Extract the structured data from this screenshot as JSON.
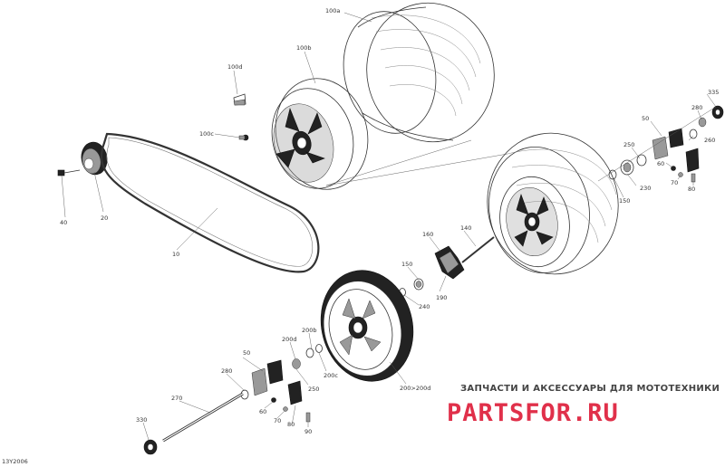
{
  "callouts": {
    "c100a": "100a",
    "c100b": "100b",
    "c100c": "100c",
    "c100d": "100d",
    "c335_r": "335",
    "c50_r": "50",
    "c280_r": "280",
    "c260_r": "260",
    "c250_r": "250",
    "c60_r": "60",
    "c70_r": "70",
    "c80_r": "80",
    "c230_r": "230",
    "c150_r": "150",
    "c20": "20",
    "c40": "40",
    "c10": "10",
    "c140": "140",
    "c160": "160",
    "c150_c": "150",
    "c240": "240",
    "c190": "190",
    "c200b": "200b",
    "c200d": "200d",
    "c200c": "200c",
    "c200_200d": "200>200d",
    "c50_l": "50",
    "c280_l": "280",
    "c250_l": "250",
    "c270": "270",
    "c60_l": "60",
    "c70_l": "70",
    "c80_l": "80",
    "c90": "90",
    "c330": "330"
  },
  "diagram_code": "13Y2006",
  "watermark": {
    "tagline": "ЗАПЧАСТИ И АКСЕССУАРЫ ДЛЯ МОТОТЕХНИКИ",
    "logo": "PARTSFOR.RU",
    "logo_color": "#e0304a"
  }
}
